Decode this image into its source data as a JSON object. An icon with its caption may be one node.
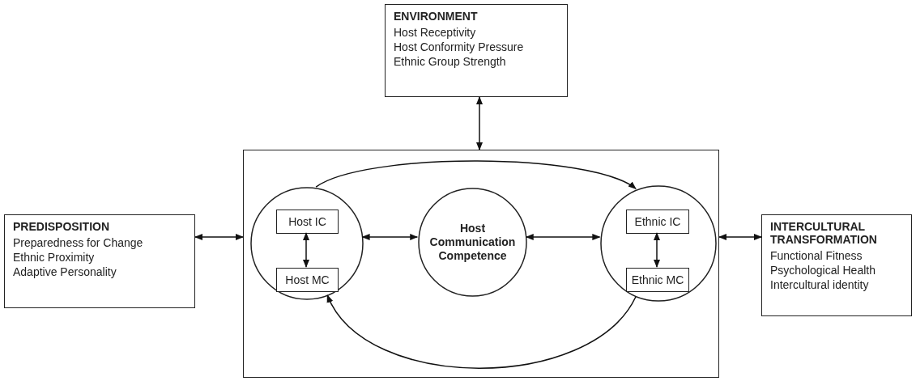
{
  "diagram": {
    "nodes": [
      {
        "text": [
          "ENVIRONMENT",
          "Host Receptivity",
          "Host Conformity Pressure",
          "Ethnic Group Strength"
        ]
      },
      {
        "text": [
          "PREDISPOSITION",
          "Preparedness for Change",
          "Ethnic Proximity",
          "Adaptive Personality"
        ]
      },
      {
        "text": [],
        "shape": "box"
      },
      {
        "text": [],
        "shape": "circle",
        "in": 2
      },
      {
        "text": [
          "Host IC"
        ],
        "in": 3
      },
      {
        "text": [
          "Host MC"
        ],
        "in": 3
      },
      {
        "text": [
          "Host Communication Competence"
        ],
        "in": 2
      },
      {
        "text": [],
        "shape": "circle",
        "in": 2
      },
      {
        "text": [
          "Ethnic IC"
        ],
        "in": 7
      },
      {
        "text": [
          "Ethnic MC"
        ],
        "in": 7
      },
      {
        "text": [
          "INTERCULTURAL TRANSFORMATION",
          "Functional Fitness",
          "Psychological Health",
          "Intercultural identity"
        ]
      }
    ],
    "edges": [
      {
        "from": 0,
        "to": 2,
        "arrow": "both"
      },
      {
        "from": 1,
        "to": 2,
        "arrow": "both"
      },
      {
        "from": 4,
        "to": 5,
        "arrow": "both"
      },
      {
        "from": 3,
        "to": 6,
        "arrow": "both"
      },
      {
        "from": 6,
        "to": 7,
        "arrow": "both"
      },
      {
        "from": 8,
        "to": 9,
        "arrow": "both"
      },
      {
        "from": 2,
        "to": 10,
        "arrow": "both"
      },
      {
        "from": 3,
        "to": 7,
        "arrow": "to"
      },
      {
        "from": 7,
        "to": 3,
        "arrow": "to"
      }
    ]
  }
}
